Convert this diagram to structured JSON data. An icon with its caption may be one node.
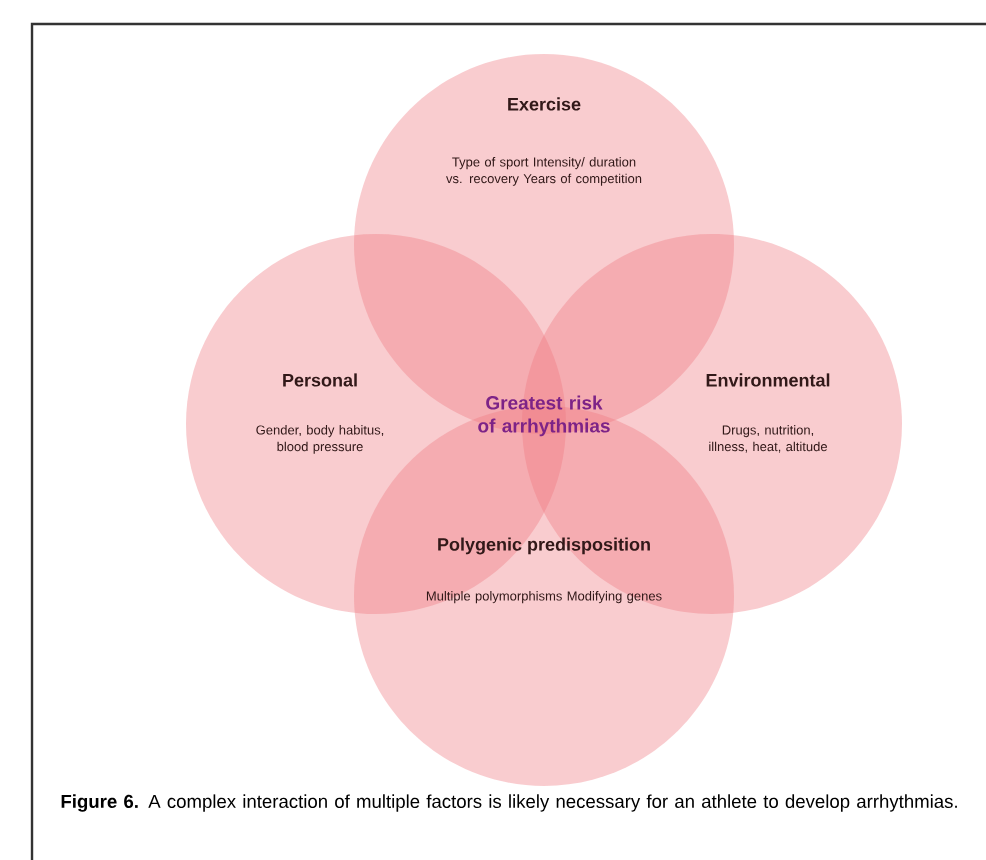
{
  "diagram": {
    "caption": "**Figure 6.** A complex interaction of multiple factors is likely necessary for an athlete to develop arrhythmias.",
    "nodes": [
      {
        "text": [
          "Exercise",
          "Type of sport Intensity/ duration vs. recovery Years of competition"
        ]
      },
      {
        "text": [
          "Personal",
          "Gender, body habitus, blood pressure"
        ]
      },
      {
        "text": [
          "Environmental",
          "Drugs, nutrition, illness, heat, altitude"
        ]
      },
      {
        "text": [
          "Polygenic predisposition",
          "Multiple polymorphisms Modifying genes"
        ]
      }
    ],
    "labels": [
      "Greatest risk of arrhythmias"
    ]
  }
}
